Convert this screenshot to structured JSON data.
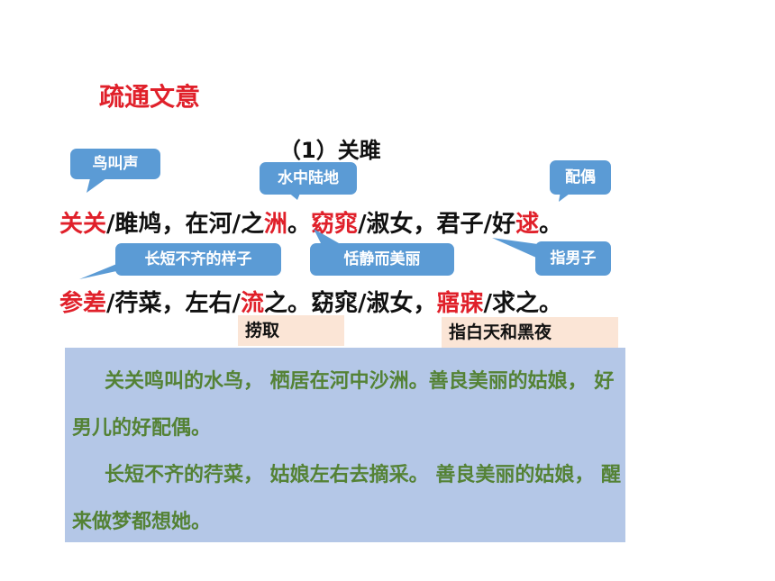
{
  "title": "疏通文意",
  "subtitle": "（1）关雎",
  "poem": {
    "line1": [
      {
        "text": "关关",
        "red": true
      },
      {
        "text": "/雎鸠，在河/之",
        "red": false
      },
      {
        "text": "洲",
        "red": true
      },
      {
        "text": "。",
        "red": false
      },
      {
        "text": "窈窕",
        "red": true
      },
      {
        "text": "/淑女，君子/好",
        "red": false
      },
      {
        "text": "逑",
        "red": true
      },
      {
        "text": "。",
        "red": false
      }
    ],
    "line2": [
      {
        "text": "参差",
        "red": true
      },
      {
        "text": "/荇菜，左右/",
        "red": false
      },
      {
        "text": "流",
        "red": true
      },
      {
        "text": "之。窈窕/淑女，",
        "red": false
      },
      {
        "text": "寤寐",
        "red": true
      },
      {
        "text": "/求之。",
        "red": false
      }
    ]
  },
  "callouts": {
    "niao_jiao_sheng": "鸟叫声",
    "shui_zhong_lu_di": "水中陆地",
    "pei_ou": "配偶",
    "chang_duan": "长短不齐的样子",
    "tian_jing": "恬静而美丽",
    "zhi_nan_zi": "指男子"
  },
  "notes": {
    "lao_qu": "捞取",
    "zhou_ye": "指白天和黑夜"
  },
  "translation": {
    "para1": "关关鸣叫的水鸟， 栖居在河中沙洲。善良美丽的姑娘， 好男儿的好配偶。",
    "para2": "长短不齐的荇菜， 姑娘左右去摘采。 善良美丽的姑娘， 醒来做梦都想她。"
  },
  "colors": {
    "red": "#e0202a",
    "callout_blue": "#5b9bd5",
    "note_bg": "#fbe5d6",
    "panel_bg": "#b4c7e7",
    "translation_text": "#548235"
  }
}
